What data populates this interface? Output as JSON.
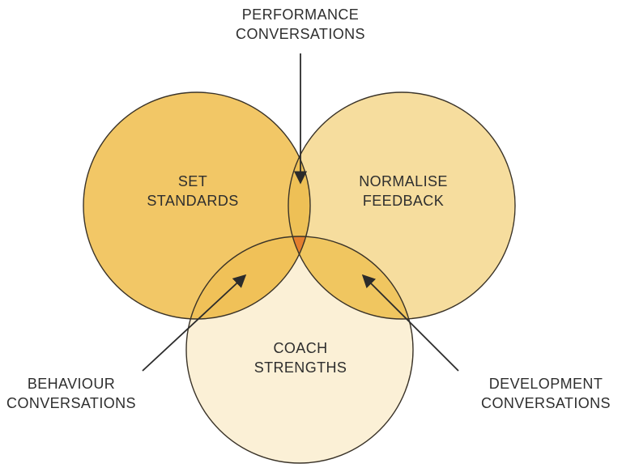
{
  "circles": {
    "set_standards": {
      "line1": "SET",
      "line2": "STANDARDS",
      "fill": "#f2c766"
    },
    "normalise_feedback": {
      "line1": "NORMALISE",
      "line2": "FEEDBACK",
      "fill": "#f6dd9e"
    },
    "coach_strengths": {
      "line1": "COACH",
      "line2": "STRENGTHS",
      "fill": "#fbf0d6"
    }
  },
  "intersections": {
    "performance": {
      "line1": "PERFORMANCE",
      "line2": "CONVERSATIONS",
      "fill": "#eec056"
    },
    "behaviour": {
      "line1": "BEHAVIOUR",
      "line2": "CONVERSATIONS",
      "fill": "#f0c158"
    },
    "development": {
      "line1": "DEVELOPMENT",
      "line2": "CONVERSATIONS",
      "fill": "#f0c660"
    },
    "center_fill": "#e47e2e"
  },
  "outline_color": "#3a3328"
}
